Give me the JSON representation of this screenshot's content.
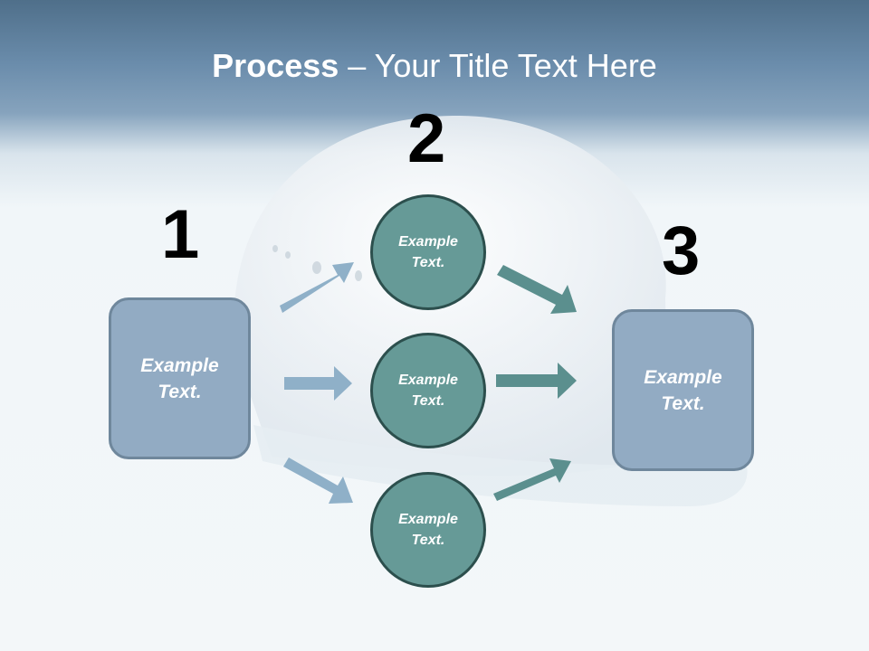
{
  "title": {
    "bold": "Process",
    "rest": " – Your Title Text Here"
  },
  "steps": {
    "one": {
      "number": "1",
      "text": "Example\nText."
    },
    "two": {
      "number": "2"
    },
    "three": {
      "number": "3",
      "text": "Example\nText."
    }
  },
  "circles": [
    {
      "text": "Example\nText."
    },
    {
      "text": "Example\nText."
    },
    {
      "text": "Example\nText."
    }
  ],
  "colors": {
    "box_fill": "#92abc3",
    "circle_fill": "#669a97",
    "arrow_in": "#8fb0c8",
    "arrow_out": "#5b8f8e"
  }
}
